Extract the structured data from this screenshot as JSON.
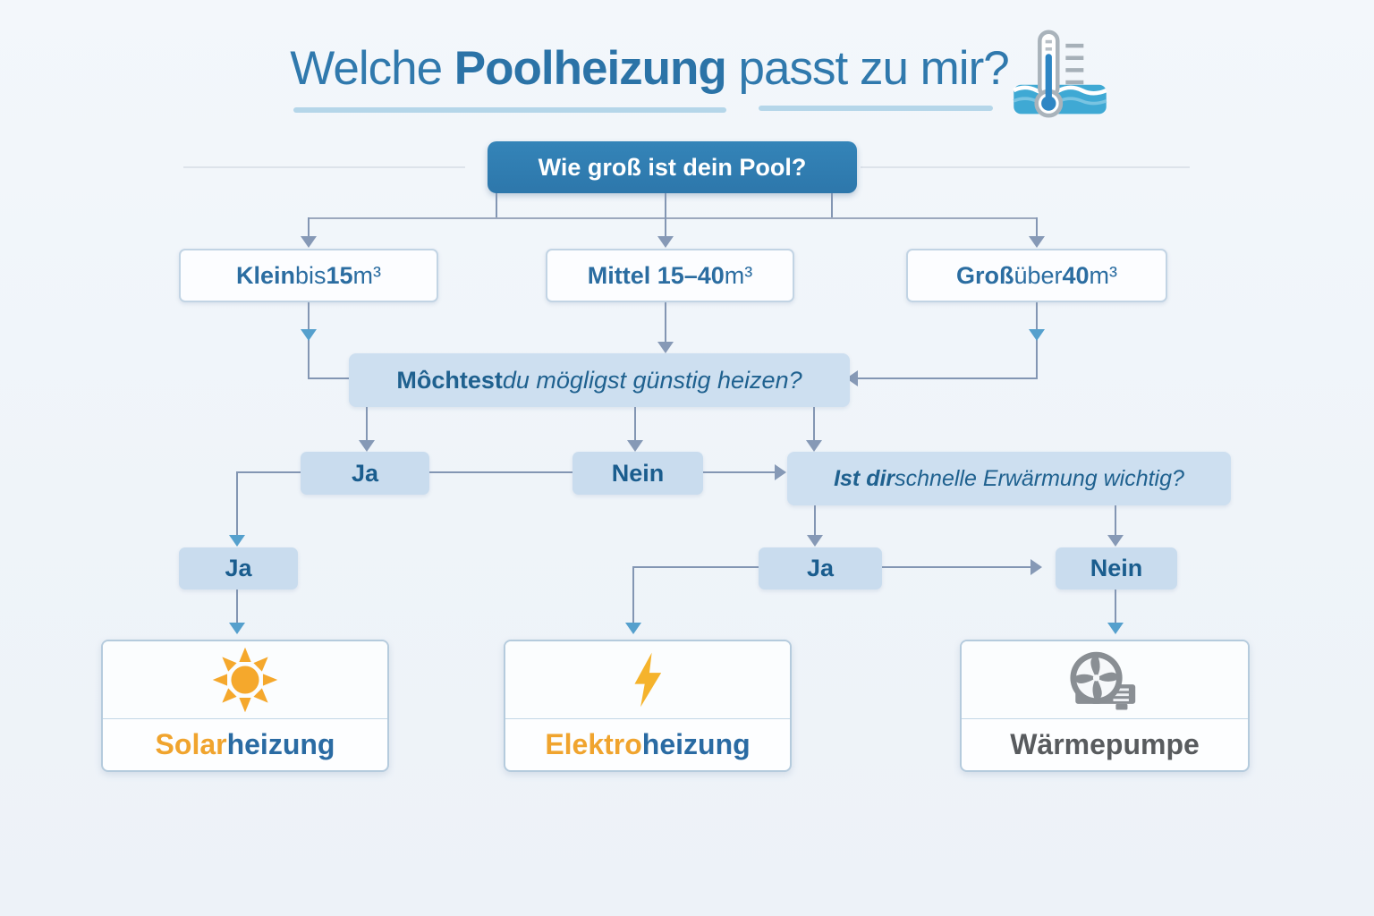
{
  "colors": {
    "title_blue": "#3079ad",
    "root_box_blue": "#2f7cb0",
    "light_blue_box": "#cddff0",
    "dark_blue_text": "#1f618f",
    "connector_slate": "#8396b3",
    "arrow_blue": "#55a0cd",
    "accent_orange": "#f0a42e",
    "heatpump_gray": "#8a8f94",
    "pool_cyan": "#3fa9d4"
  },
  "title": {
    "prefix": "Welche ",
    "highlight": "Poolheizung",
    "suffix": " passt zu mir?",
    "icon": "pool-thermometer-icon"
  },
  "root_question": {
    "label": "Wie groß ist dein Pool?"
  },
  "size_options": [
    {
      "id": "klein",
      "parts": [
        {
          "text": "Klein"
        },
        {
          "text": " bis "
        },
        {
          "text": "15"
        },
        {
          "text": " m³"
        }
      ]
    },
    {
      "id": "mittel",
      "parts": [
        {
          "text": "Mittel 15–40"
        },
        {
          "text": " m³"
        }
      ]
    },
    {
      "id": "gross",
      "parts": [
        {
          "text": "Groß"
        },
        {
          "text": " über "
        },
        {
          "text": "40"
        },
        {
          "text": " m³"
        }
      ]
    }
  ],
  "question_cheap": {
    "bold": "Môchtest",
    "rest": " du mögligst günstig heizen?"
  },
  "question_fast": {
    "bold": "Ist dir",
    "rest": " schnelle Erwärmung wichtig?"
  },
  "answers": {
    "ja1": "Ja",
    "nein1": "Nein",
    "ja2": "Ja",
    "ja3": "Ja",
    "nein2": "Nein"
  },
  "results": [
    {
      "icon": "sun-icon",
      "accent": "Solar",
      "rest": "heizung"
    },
    {
      "icon": "lightning-icon",
      "accent": "Elektro",
      "rest": "heizung"
    },
    {
      "icon": "heat-pump-icon",
      "accent": "",
      "rest": "Wärmepumpe"
    }
  ]
}
